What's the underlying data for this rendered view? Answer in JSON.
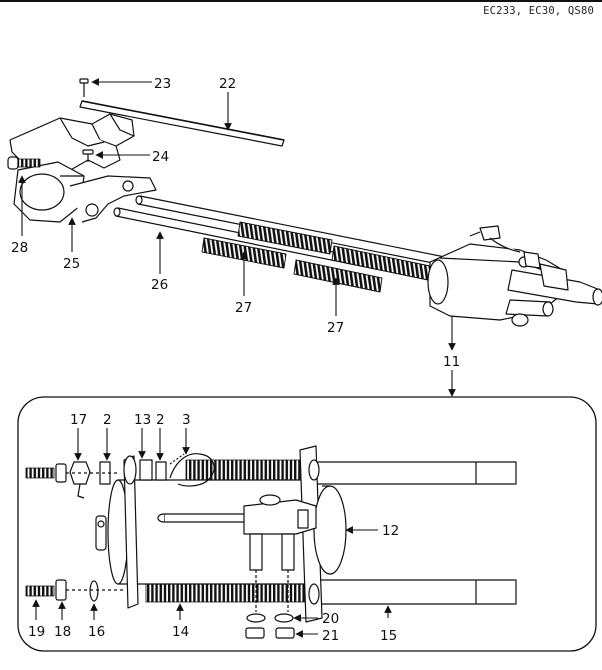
{
  "header": {
    "models": "EC233, EC30, QS80"
  },
  "parts": [
    "2",
    "3",
    "11",
    "12",
    "13",
    "14",
    "15",
    "16",
    "17",
    "18",
    "19",
    "20",
    "21",
    "22",
    "23",
    "24",
    "25",
    "26",
    "27",
    "28"
  ],
  "labels": {
    "p23": "23",
    "p22": "22",
    "p24": "24",
    "p28": "28",
    "p25": "25",
    "p26": "26",
    "p27a": "27",
    "p27b": "27",
    "p11": "11",
    "p17": "17",
    "p2a": "2",
    "p13": "13",
    "p2b": "2",
    "p3": "3",
    "p12": "12",
    "p19": "19",
    "p18": "18",
    "p16": "16",
    "p14": "14",
    "p20": "20",
    "p21": "21",
    "p15": "15"
  },
  "colors": {
    "line": "#111111",
    "background": "#ffffff"
  }
}
